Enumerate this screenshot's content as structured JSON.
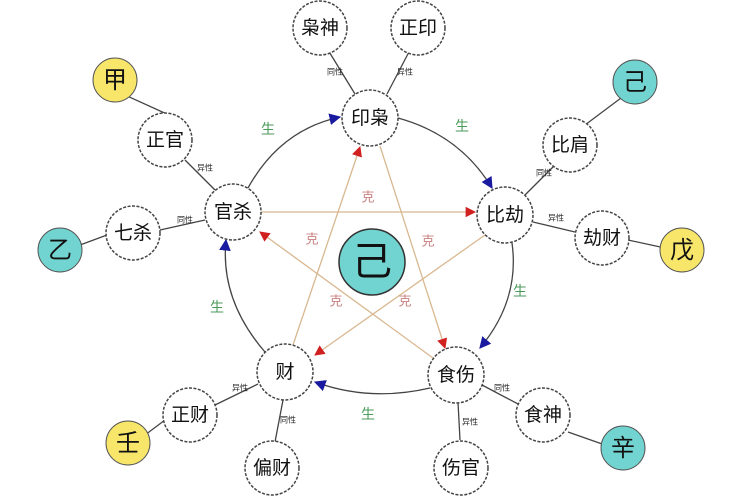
{
  "center": {
    "label": "己",
    "color": "#72d4d0"
  },
  "colors": {
    "yellow": "#f7e66a",
    "cyan": "#72d4d0",
    "sheng_arrow": "#1a1aa0",
    "ke_arrow": "#d02020",
    "ke_line": "#d8b890"
  },
  "main_nodes": {
    "yinxiao": "印枭",
    "bijie": "比劫",
    "shishang": "食伤",
    "cai": "财",
    "guansha": "官杀"
  },
  "sub_nodes": {
    "xiaoshen": "枭神",
    "zhengyin": "正印",
    "bijian": "比肩",
    "jiecai": "劫财",
    "shishen": "食神",
    "shangguan": "伤官",
    "piancai": "偏财",
    "zhengcai": "正财",
    "zhengguan": "正官",
    "qisha": "七杀"
  },
  "stems": {
    "jia": "甲",
    "ji": "己",
    "wu": "戊",
    "xin": "辛",
    "ren": "壬",
    "yi": "乙"
  },
  "relation_labels": {
    "same": "同性",
    "diff": "异性"
  },
  "sheng": "生",
  "ke": "克"
}
